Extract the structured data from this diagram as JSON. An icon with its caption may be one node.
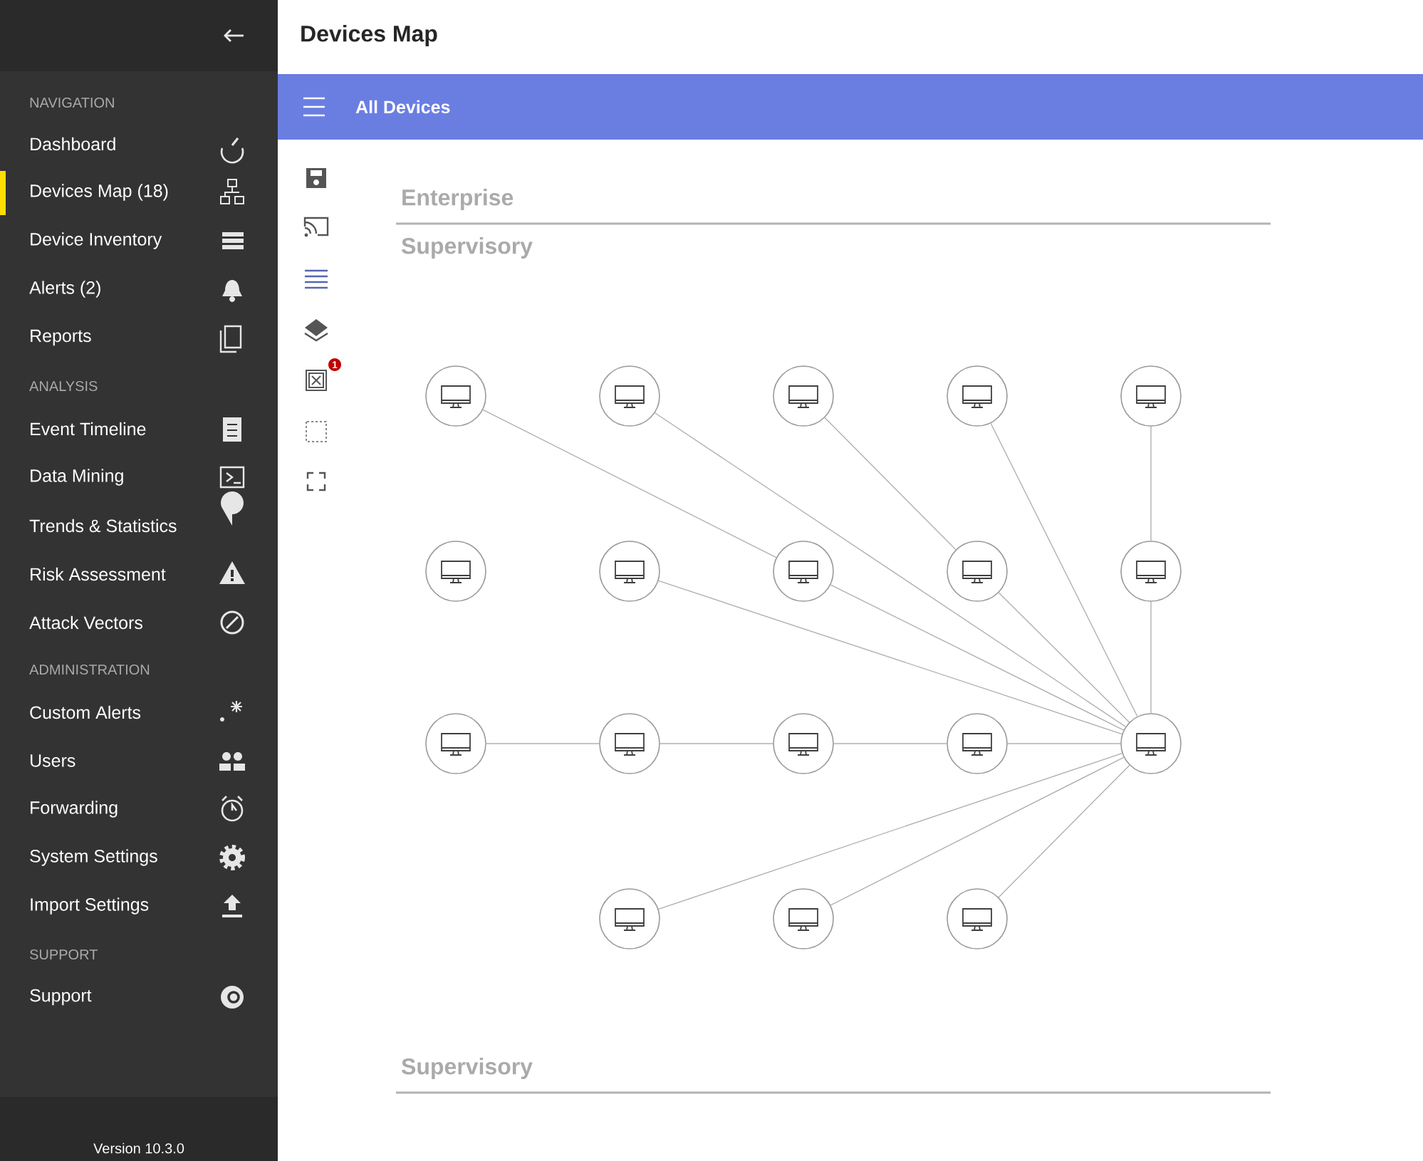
{
  "diagram": {
    "title": "Devices Map",
    "nodes": [
      {
        "text": [],
        "shape": "circle"
      },
      {
        "text": [],
        "shape": "circle"
      },
      {
        "text": [],
        "shape": "circle"
      },
      {
        "text": [],
        "shape": "circle"
      },
      {
        "text": [],
        "shape": "circle"
      },
      {
        "text": [],
        "shape": "circle"
      },
      {
        "text": [],
        "shape": "circle"
      },
      {
        "text": [],
        "shape": "circle"
      },
      {
        "text": [],
        "shape": "circle"
      },
      {
        "text": [],
        "shape": "circle"
      },
      {
        "text": [],
        "shape": "circle"
      },
      {
        "text": [],
        "shape": "circle"
      },
      {
        "text": [],
        "shape": "circle"
      },
      {
        "text": [],
        "shape": "circle"
      },
      {
        "text": [],
        "shape": "circle"
      },
      {
        "text": [],
        "shape": "circle"
      },
      {
        "text": [],
        "shape": "circle"
      },
      {
        "text": [],
        "shape": "circle"
      }
    ],
    "edges": [
      {
        "from": 0,
        "to": 7,
        "arrow": "none"
      },
      {
        "from": 7,
        "to": 14,
        "arrow": "none"
      },
      {
        "from": 1,
        "to": 14,
        "arrow": "none"
      },
      {
        "from": 2,
        "to": 8,
        "arrow": "none"
      },
      {
        "from": 8,
        "to": 14,
        "arrow": "none"
      },
      {
        "from": 3,
        "to": 14,
        "arrow": "none"
      },
      {
        "from": 4,
        "to": 9,
        "arrow": "none"
      },
      {
        "from": 9,
        "to": 14,
        "arrow": "none"
      },
      {
        "from": 6,
        "to": 14,
        "arrow": "none"
      },
      {
        "from": 10,
        "to": 11,
        "arrow": "none"
      },
      {
        "from": 11,
        "to": 12,
        "arrow": "none"
      },
      {
        "from": 12,
        "to": 13,
        "arrow": "none"
      },
      {
        "from": 13,
        "to": 14,
        "arrow": "none"
      },
      {
        "from": 15,
        "to": 14,
        "arrow": "none"
      },
      {
        "from": 16,
        "to": 14,
        "arrow": "none"
      },
      {
        "from": 17,
        "to": 14,
        "arrow": "none"
      }
    ],
    "labels": [
      "NAVIGATION",
      "Dashboard",
      "Devices Map (18)",
      "Device Inventory",
      "Alerts (2)",
      "Reports",
      "ANALYSIS",
      "Event Timeline",
      "Data Mining",
      "Trends & Statistics",
      "Risk Assessment",
      "Attack Vectors",
      "ADMINISTRATION",
      "Custom Alerts",
      "Users",
      "Forwarding",
      "System Settings",
      "Import Settings",
      "SUPPORT",
      "Support",
      "Version 10.3.0",
      "All Devices",
      "1",
      "Enterprise",
      "Supervisory",
      "Supervisory"
    ]
  }
}
